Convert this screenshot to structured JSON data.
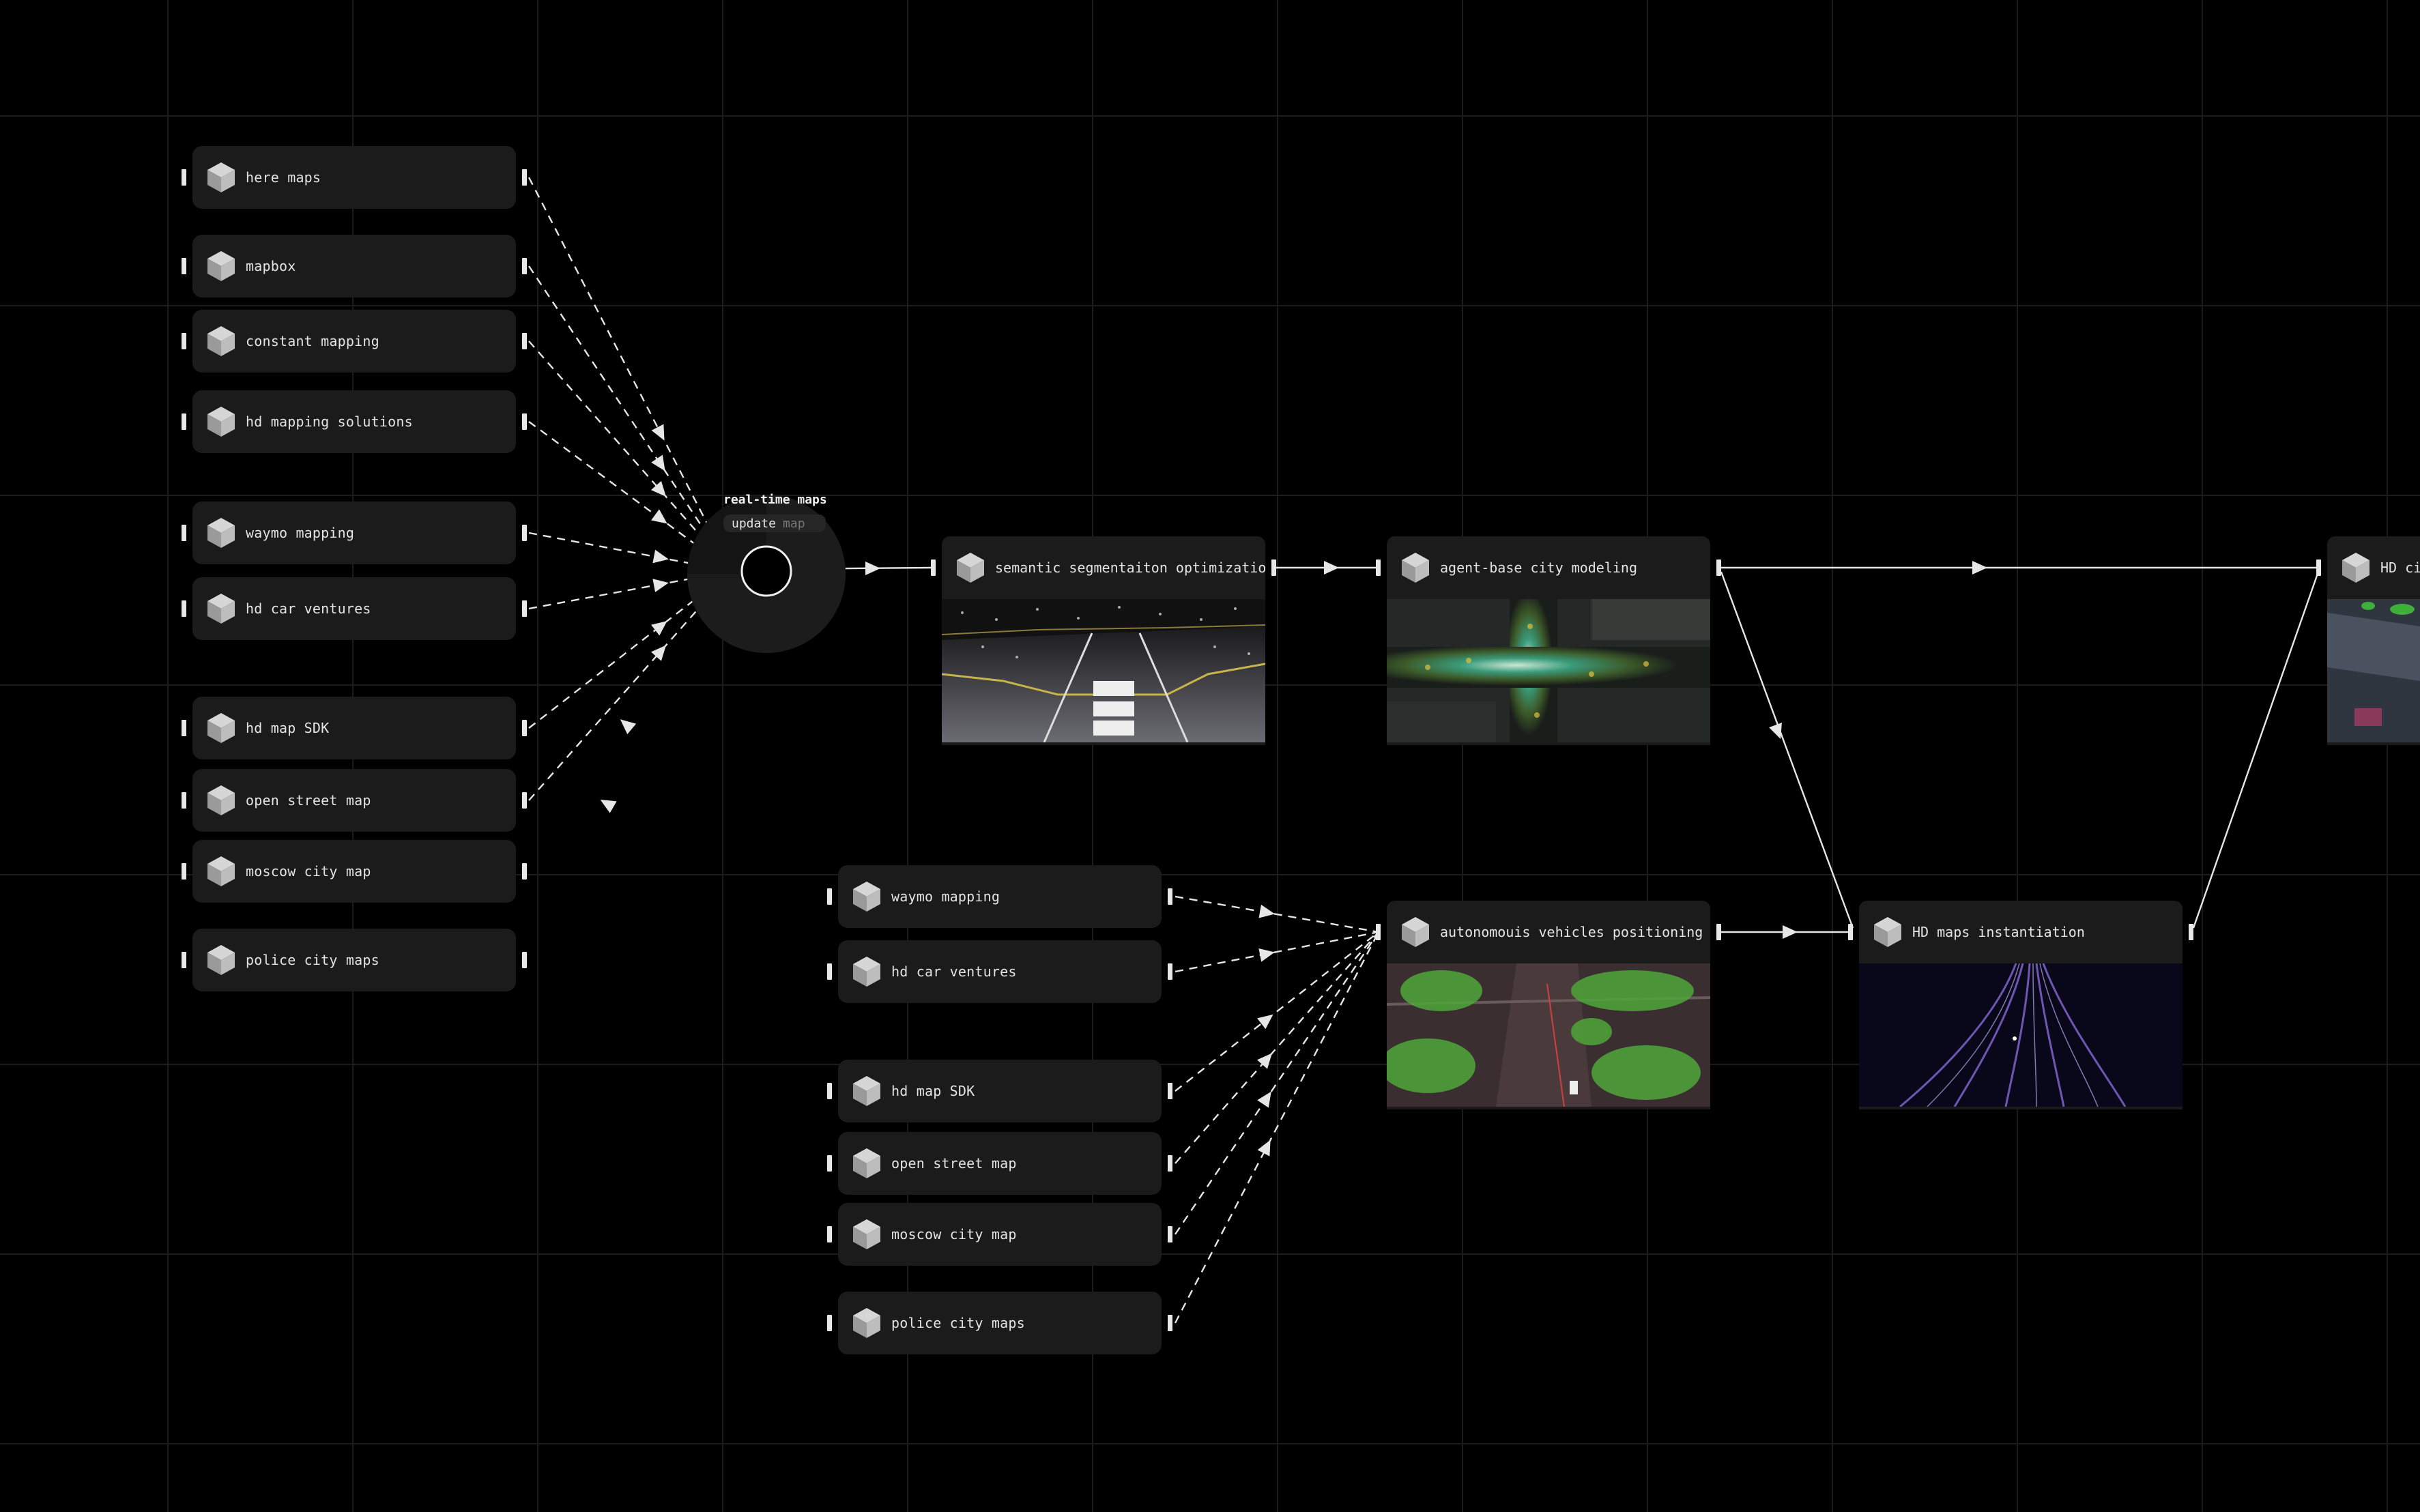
{
  "source_nodes": [
    {
      "label": "here maps"
    },
    {
      "label": "mapbox"
    },
    {
      "label": "constant mapping"
    },
    {
      "label": "hd mapping solutions"
    },
    {
      "label": "waymo mapping"
    },
    {
      "label": "hd car ventures"
    },
    {
      "label": "hd map SDK"
    },
    {
      "label": "open street map"
    },
    {
      "label": "moscow city map"
    },
    {
      "label": "police city maps"
    }
  ],
  "lower_nodes": [
    {
      "label": "waymo mapping"
    },
    {
      "label": "hd car ventures"
    },
    {
      "label": "hd map SDK"
    },
    {
      "label": "open street map"
    },
    {
      "label": "moscow city map"
    },
    {
      "label": "police city maps"
    }
  ],
  "hub": {
    "title": "real-time maps",
    "action": "update",
    "target": "map"
  },
  "cards": [
    {
      "label": "semantic segmentaiton optimization",
      "image": "lidar-road-scan"
    },
    {
      "label": "agent-base city modeling",
      "image": "city-heatmap-intersection"
    },
    {
      "label": "autonomouis vehicles positioning",
      "image": "vegetation-point-cloud-street"
    },
    {
      "label": "HD maps instantiation",
      "image": "light-trail-highway"
    },
    {
      "label": "HD cit",
      "image": "city-aerial-view"
    }
  ],
  "colors": {
    "background": "#000000",
    "node": "#1b1b1b",
    "grid": "#1c1c1c",
    "wire": "#e6e6e6"
  }
}
